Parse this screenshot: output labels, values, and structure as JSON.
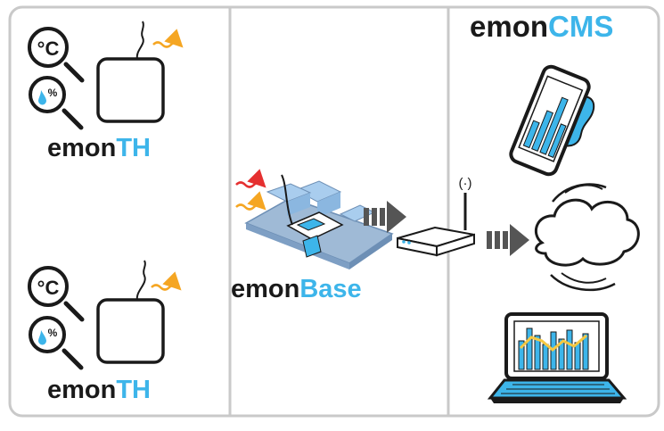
{
  "emonth_top": {
    "prefix": "emon",
    "suffix": "TH"
  },
  "emonth_bottom": {
    "prefix": "emon",
    "suffix": "TH"
  },
  "emonbase": {
    "prefix": "emon",
    "suffix": "Base"
  },
  "emoncms": {
    "prefix": "emon",
    "suffix": "CMS"
  },
  "sensor_labels": {
    "temperature": "°C",
    "humidity": "%"
  },
  "router_signal": "(·)",
  "colors": {
    "brand_blue": "#3db5ea",
    "brand_black": "#1a1a1a",
    "signal_orange": "#f5a623",
    "signal_red": "#e53030",
    "panel_border": "#c8c8c8",
    "arrow_grey": "#555555"
  },
  "icons": [
    "thermometer-magnifier-icon",
    "humidity-magnifier-icon",
    "sensor-box-icon",
    "raspberry-pi-board-icon",
    "wifi-router-icon",
    "smartphone-chart-icon",
    "cloud-icon",
    "laptop-chart-icon",
    "forward-arrow-icon",
    "wireless-signal-icon"
  ]
}
